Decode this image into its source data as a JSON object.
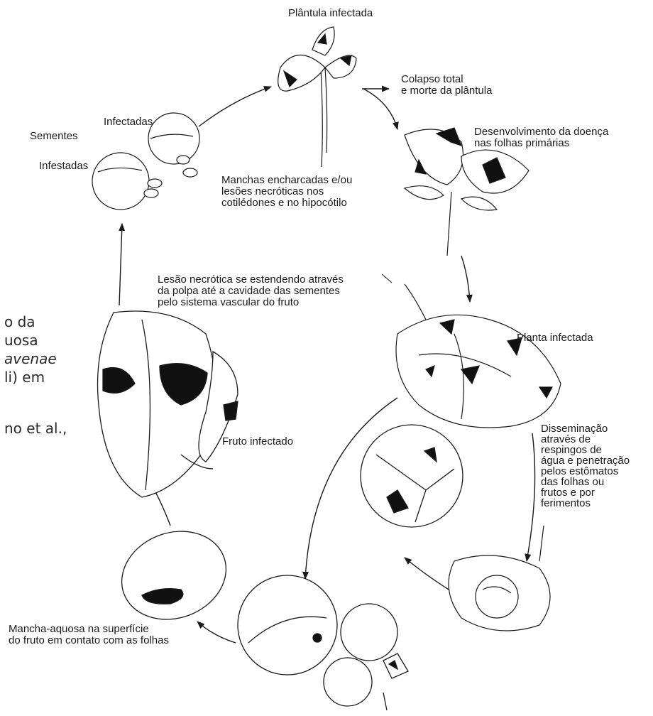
{
  "labels": {
    "plantula_infectada": "Plântula infectada",
    "colapso_1": "Colapso total",
    "colapso_2": "e morte da plântula",
    "desenv_1": "Desenvolvimento da doença",
    "desenv_2": "nas folhas primárias",
    "sementes": "Sementes",
    "infectadas": "Infectadas",
    "infestadas": "Infestadas",
    "manchas_1": "Manchas encharcadas e/ou",
    "manchas_2": "lesões necróticas nos",
    "manchas_3": "cotilédones e no hipocótilo",
    "lesao_1": "Lesão necrótica se estendendo através",
    "lesao_2": "da polpa até a cavidade das sementes",
    "lesao_3": "pelo sistema vascular do fruto",
    "planta_infectada": "Planta infectada",
    "fruto_infectado": "Fruto infectado",
    "dissem_1": "Disseminação",
    "dissem_2": "através de",
    "dissem_3": "respingos de",
    "dissem_4": "água e penetração",
    "dissem_5": "pelos estômatos",
    "dissem_6": "das folhas ou",
    "dissem_7": "frutos e por",
    "dissem_8": "ferimentos",
    "mancha_aquosa_1": "Mancha-aquosa na superfície",
    "mancha_aquosa_2": "do fruto em contato com as folhas"
  },
  "side_text": {
    "line1": "o da",
    "line2": "uosa",
    "line3": "avenae",
    "line4": "li) em",
    "line5": "no et al.,"
  },
  "colors": {
    "ink": "#1a1a1a",
    "lesion": "#111111",
    "paper": "#ffffff"
  },
  "icons": [
    "seedling-icon",
    "seed-icon",
    "leaf-icon",
    "plant-icon",
    "melon-fruit-icon",
    "sliced-melon-icon",
    "arrow-icon"
  ]
}
